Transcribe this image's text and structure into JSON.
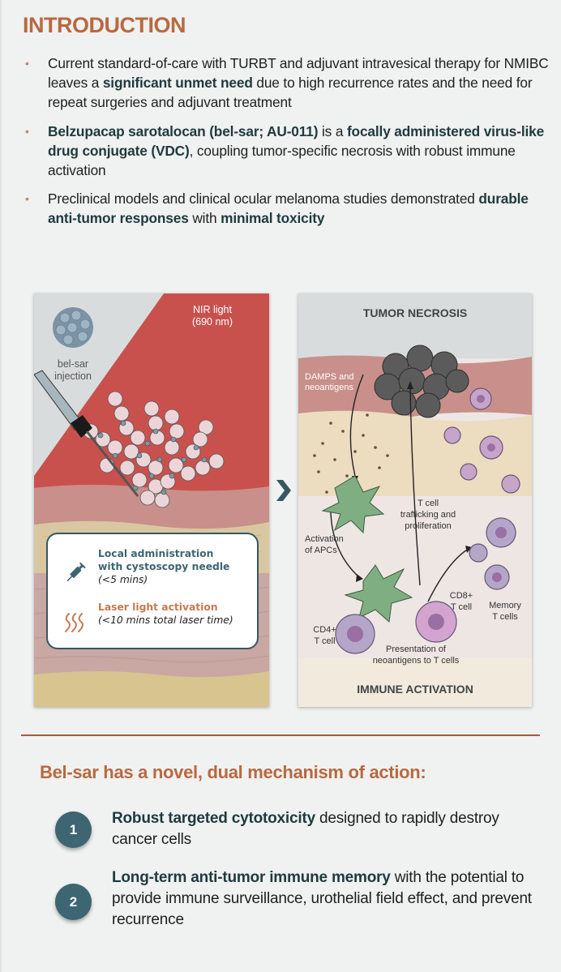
{
  "intro": {
    "title": "INTRODUCTION",
    "bullets": [
      {
        "parts": [
          {
            "text": "Current standard-of-care with TURBT and adjuvant intravesical therapy for NMIBC leaves a ",
            "bold": false
          },
          {
            "text": "significant unmet need",
            "bold": true
          },
          {
            "text": " due to high recurrence rates and the need for repeat surgeries and adjuvant treatment",
            "bold": false
          }
        ]
      },
      {
        "parts": [
          {
            "text": "Belzupacap sarotalocan (bel-sar; AU-011)",
            "bold": true
          },
          {
            "text": " is a ",
            "bold": false
          },
          {
            "text": "focally administered virus-like drug conjugate (VDC)",
            "bold": true
          },
          {
            "text": ", coupling tumor-specific necrosis with robust immune activation",
            "bold": false
          }
        ]
      },
      {
        "parts": [
          {
            "text": "Preclinical models and clinical ocular melanoma studies demonstrated ",
            "bold": false
          },
          {
            "text": "durable anti-tumor responses",
            "bold": true
          },
          {
            "text": " with ",
            "bold": false
          },
          {
            "text": "minimal toxicity",
            "bold": true
          }
        ]
      }
    ],
    "bullet_glyph": "•"
  },
  "figure": {
    "left_panel": {
      "nir_label_line1": "NIR light",
      "nir_label_line2": "(690 nm)",
      "belsar_label_line1": "bel-sar",
      "belsar_label_line2": "injection",
      "info": {
        "row1_title_line1": "Local administration",
        "row1_title_line2": "with cystoscopy needle",
        "row1_sub": "(<5 mins)",
        "row1_icon": "syringe-icon",
        "row2_title": "Laser light activation",
        "row2_sub": "(<10 mins total laser time)",
        "row2_icon": "light-waves-icon"
      }
    },
    "arrow_icon": "chevron-right-icon",
    "right_panel": {
      "top_title": "TUMOR NECROSIS",
      "bottom_title": "IMMUNE ACTIVATION",
      "damps_line1": "DAMPS and",
      "damps_line2": "neoantigens",
      "tcell_traffic_line1": "T cell",
      "tcell_traffic_line2": "trafficking and",
      "tcell_traffic_line3": "proliferation",
      "apc_line1": "Activation",
      "apc_line2": "of APCs",
      "cd8_line1": "CD8+",
      "cd8_line2": "T cell",
      "cd4_line1": "CD4+",
      "cd4_line2": "T cell",
      "memory_line1": "Memory",
      "memory_line2": "T cells",
      "presentation_line1": "Presentation of",
      "presentation_line2": "neoantigens to T cells"
    }
  },
  "mechanism": {
    "title": "Bel-sar has a novel, dual mechanism of action:",
    "items": [
      {
        "number": "1",
        "parts": [
          {
            "text": "Robust targeted cytotoxicity",
            "bold": true
          },
          {
            "text": " designed to rapidly destroy cancer cells",
            "bold": false
          }
        ]
      },
      {
        "number": "2",
        "parts": [
          {
            "text": "Long-term anti-tumor immune memory",
            "bold": true
          },
          {
            "text": " with the potential to provide immune surveillance, urothelial field effect, and prevent recurrence",
            "bold": false
          }
        ]
      }
    ]
  },
  "colors": {
    "accent_orange": "#b8693f",
    "accent_teal": "#3e6572",
    "bold_text": "#1e3a3e",
    "nir_red": "#c9514d"
  }
}
